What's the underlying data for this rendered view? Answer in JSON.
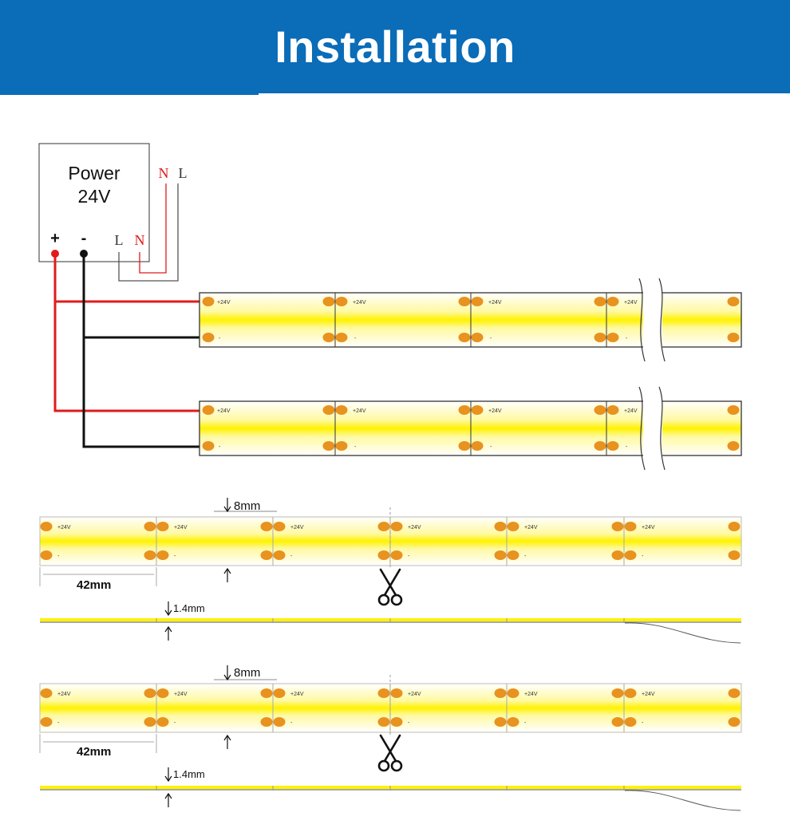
{
  "header": {
    "title": "Installation"
  },
  "power_supply": {
    "label": "Power",
    "voltage": "24V",
    "plus": "+",
    "minus": "-",
    "in_l": "L",
    "in_n": "N",
    "top_n": "N",
    "top_l": "L"
  },
  "strip": {
    "plus_pad": "+24V",
    "minus_pad": "-"
  },
  "dimensions": {
    "width_label": "8mm",
    "cut_label": "42mm",
    "thickness_label": "1.4mm"
  },
  "icons": {
    "cut": "scissors-icon"
  },
  "colors": {
    "header": "#0b6cb8",
    "positive_wire": "#e11b1b",
    "negative_wire": "#111111",
    "pad": "#e8921f",
    "light": "#fff200",
    "neutral_label": "#e11b1b"
  }
}
